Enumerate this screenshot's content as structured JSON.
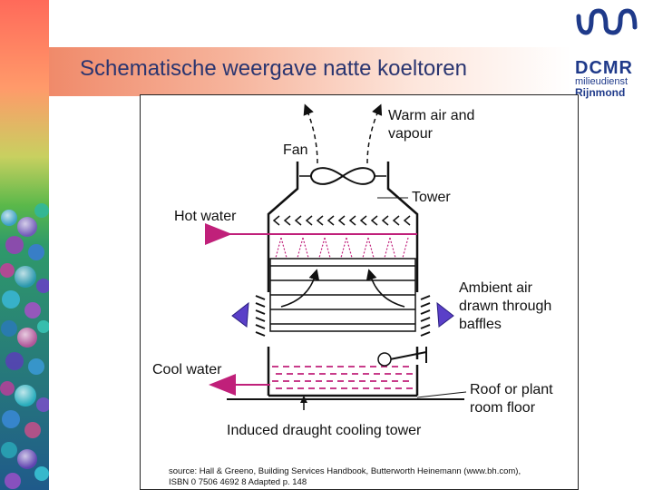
{
  "slide": {
    "title": "Schematische weergave natte koeltoren"
  },
  "logo": {
    "line1": "DCMR",
    "line2": "milieudienst",
    "line3": "Rijnmond"
  },
  "diagram": {
    "labels": {
      "warm_air": [
        "Warm air and",
        "vapour"
      ],
      "fan": "Fan",
      "tower": "Tower",
      "hot_water": "Hot water",
      "ambient_air": [
        "Ambient air",
        "drawn through",
        "baffles"
      ],
      "cool_water": "Cool water",
      "roof": [
        "Roof or plant",
        "room floor"
      ],
      "caption": "Induced draught cooling tower"
    },
    "source": [
      "source: Hall & Greeno, Building Services Handbook, Butterworth Heinemann (www.bh.com),",
      "ISBN 0 7506 4692 8   Adapted p. 148"
    ]
  },
  "colors": {
    "title": "#2a3570",
    "water": "#c0207a",
    "air_arrow": "#5a3fc8",
    "logo": "#1f3a8a"
  }
}
